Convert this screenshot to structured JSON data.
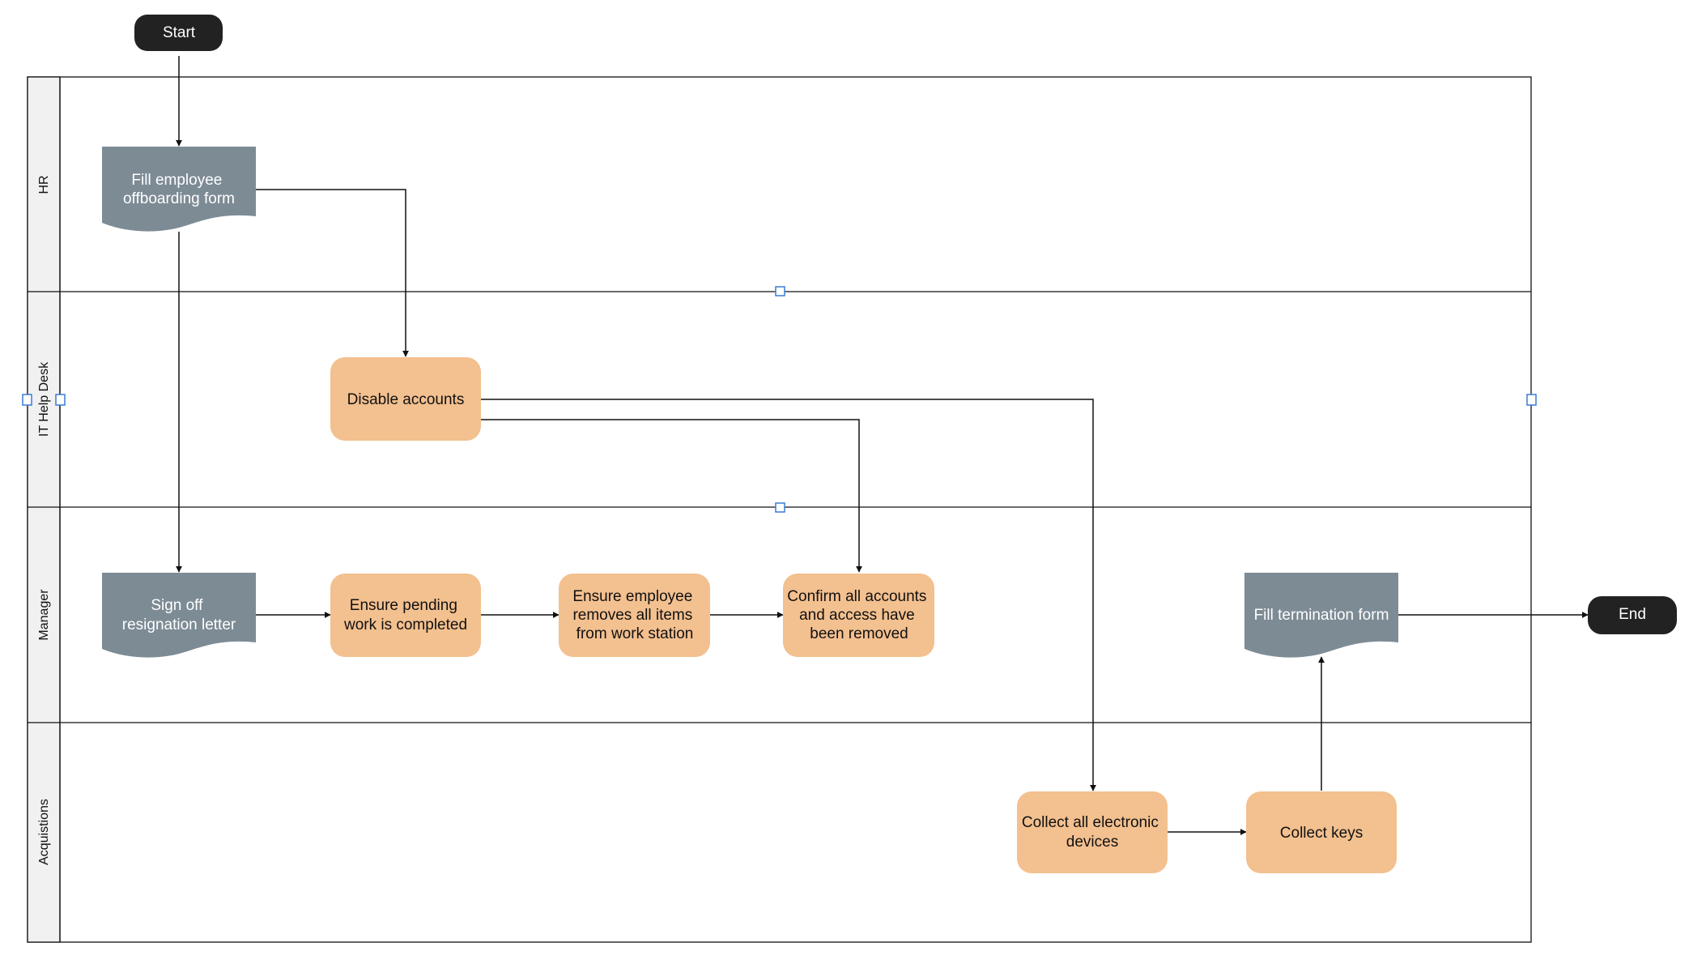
{
  "colors": {
    "terminal": "#222222",
    "document": "#7d8b95",
    "process": "#f3c08f",
    "lane_header": "#f1f1f1",
    "line": "#111111",
    "handle": "#3a7bd5"
  },
  "lanes": [
    {
      "id": "hr",
      "label": "HR"
    },
    {
      "id": "it",
      "label": "IT Help Desk"
    },
    {
      "id": "manager",
      "label": "Manager"
    },
    {
      "id": "acq",
      "label": "Acquistions"
    }
  ],
  "nodes": {
    "start": {
      "text": [
        "Start"
      ]
    },
    "end": {
      "text": [
        "End"
      ]
    },
    "fill_offboarding": {
      "text": [
        "Fill employee",
        "offboarding form"
      ]
    },
    "disable_accounts": {
      "text": [
        "Disable accounts"
      ]
    },
    "sign_off": {
      "text": [
        "Sign off",
        "resignation letter"
      ]
    },
    "ensure_pending": {
      "text": [
        "Ensure pending",
        "work is completed"
      ]
    },
    "ensure_removes": {
      "text": [
        "Ensure employee",
        "removes all items",
        "from work station"
      ]
    },
    "confirm_accounts": {
      "text": [
        "Confirm all accounts",
        "and access have",
        "been removed"
      ]
    },
    "fill_termination": {
      "text": [
        "Fill termination form"
      ]
    },
    "collect_devices": {
      "text": [
        "Collect all electronic",
        "devices"
      ]
    },
    "collect_keys": {
      "text": [
        "Collect keys"
      ]
    }
  }
}
